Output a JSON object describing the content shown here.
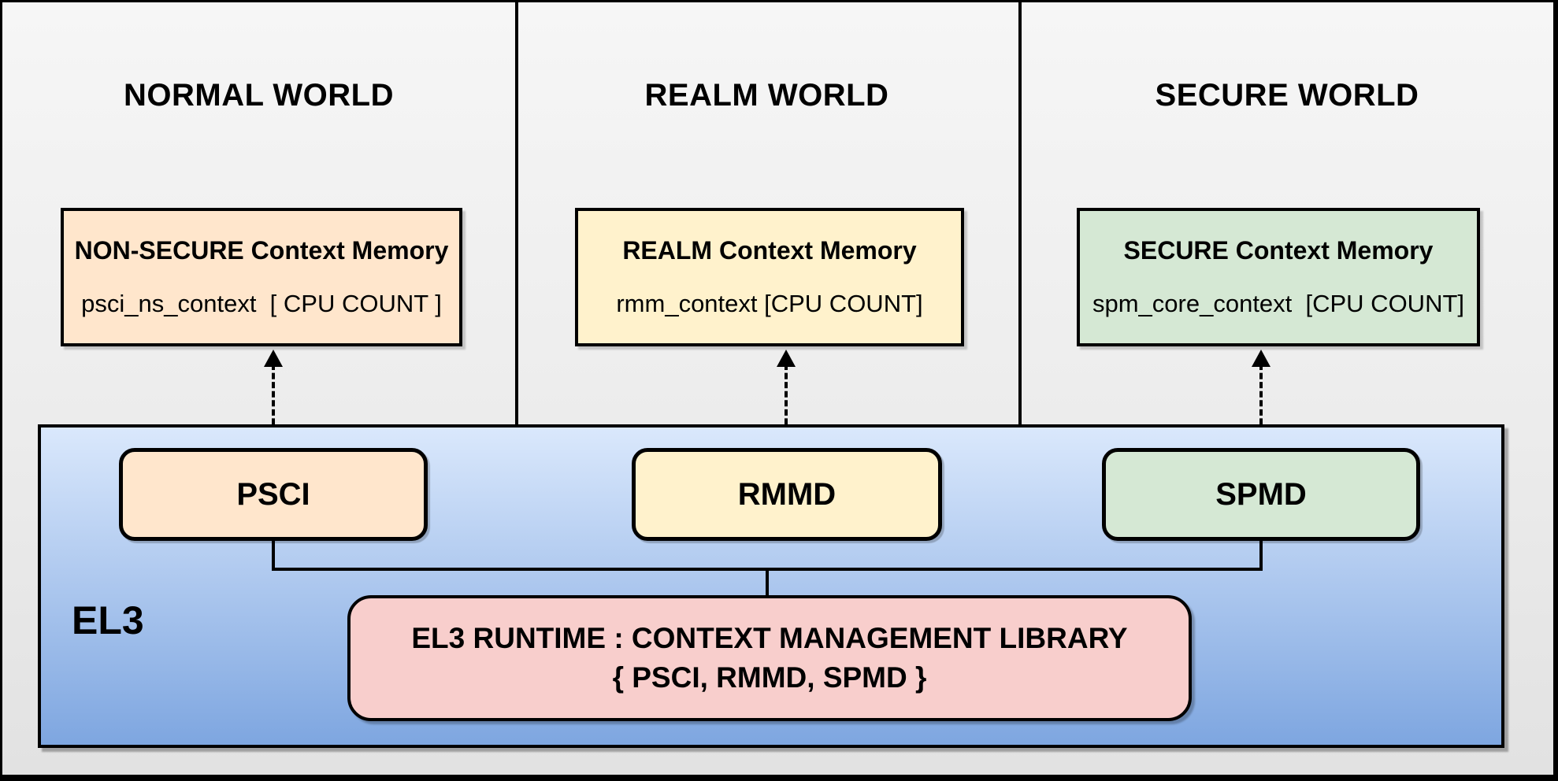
{
  "diagram": {
    "worlds": [
      {
        "title": "NORMAL WORLD",
        "memory": {
          "title": "NON-SECURE Context Memory",
          "value": "psci_ns_context  [ CPU COUNT ]"
        },
        "component": "PSCI"
      },
      {
        "title": "REALM WORLD",
        "memory": {
          "title": "REALM Context Memory",
          "value": "rmm_context [CPU COUNT]"
        },
        "component": "RMMD"
      },
      {
        "title": "SECURE WORLD",
        "memory": {
          "title": "SECURE Context Memory",
          "value": "spm_core_context  [CPU COUNT]"
        },
        "component": "SPMD"
      }
    ],
    "el3": {
      "label": "EL3",
      "runtime": {
        "line1": "EL3 RUNTIME : CONTEXT MANAGEMENT LIBRARY",
        "line2": "{ PSCI, RMMD, SPMD }"
      }
    },
    "colors": {
      "normal_fill": "#ffe6cc",
      "realm_fill": "#fff2cc",
      "secure_fill": "#d5e8d4",
      "runtime_fill": "#f8cecc",
      "el3_gradient_top": "#dae8fc",
      "el3_gradient_bottom": "#7ea6e0",
      "panel_fill_top": "#f5f5f5",
      "panel_fill_bottom": "#e3e3e3",
      "line": "#000000"
    }
  }
}
